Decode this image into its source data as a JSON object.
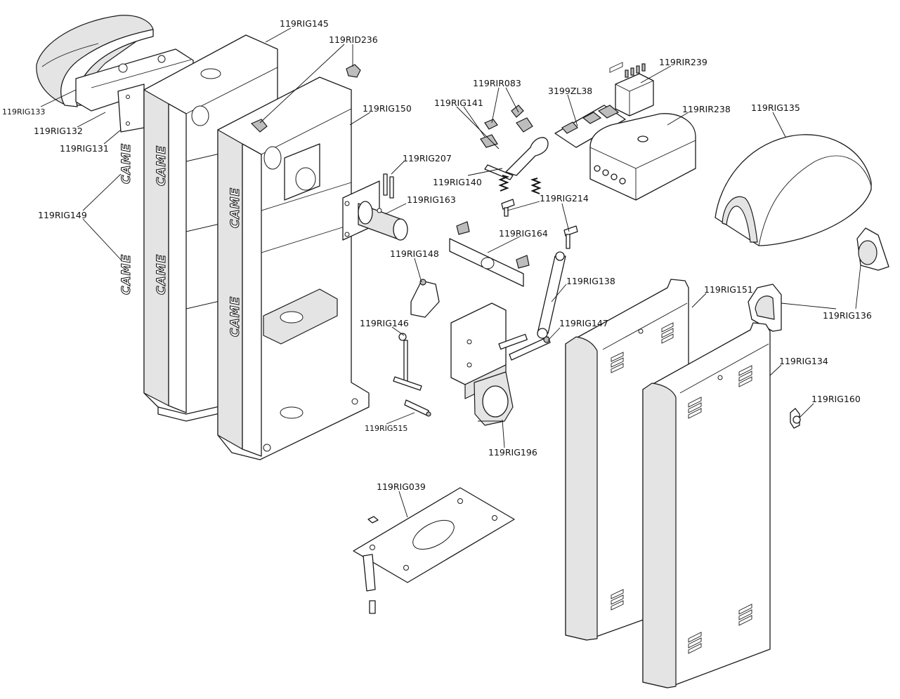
{
  "brand_mark": "CAME",
  "labels": [
    {
      "id": "119RIG133",
      "text": "119RIG133",
      "small": true
    },
    {
      "id": "119RIG132",
      "text": "119RIG132"
    },
    {
      "id": "119RIG131",
      "text": "119RIG131"
    },
    {
      "id": "119RIG149",
      "text": "119RIG149"
    },
    {
      "id": "119RIG145",
      "text": "119RIG145"
    },
    {
      "id": "119RID236",
      "text": "119RID236"
    },
    {
      "id": "119RIG150",
      "text": "119RIG150"
    },
    {
      "id": "119RIG207",
      "text": "119RIG207"
    },
    {
      "id": "119RIG163",
      "text": "119RIG163"
    },
    {
      "id": "119RIG148",
      "text": "119RIG148"
    },
    {
      "id": "119RIG146",
      "text": "119RIG146"
    },
    {
      "id": "119RIG515",
      "text": "119RIG515",
      "small": true
    },
    {
      "id": "119RIG196",
      "text": "119RIG196"
    },
    {
      "id": "119RIG039",
      "text": "119RIG039"
    },
    {
      "id": "119RIR083",
      "text": "119RIR083"
    },
    {
      "id": "119RIG141",
      "text": "119RIG141"
    },
    {
      "id": "119RIG140",
      "text": "119RIG140"
    },
    {
      "id": "119RIG214",
      "text": "119RIG214"
    },
    {
      "id": "119RIG164",
      "text": "119RIG164"
    },
    {
      "id": "119RIG138",
      "text": "119RIG138"
    },
    {
      "id": "119RIG147",
      "text": "119RIG147"
    },
    {
      "id": "3199ZL38",
      "text": "3199ZL38"
    },
    {
      "id": "119RIR239",
      "text": "119RIR239"
    },
    {
      "id": "119RIR238",
      "text": "119RIR238"
    },
    {
      "id": "119RIG135",
      "text": "119RIG135"
    },
    {
      "id": "119RIG151",
      "text": "119RIG151"
    },
    {
      "id": "119RIG136",
      "text": "119RIG136"
    },
    {
      "id": "119RIG134",
      "text": "119RIG134"
    },
    {
      "id": "119RIG160",
      "text": "119RIG160"
    }
  ]
}
